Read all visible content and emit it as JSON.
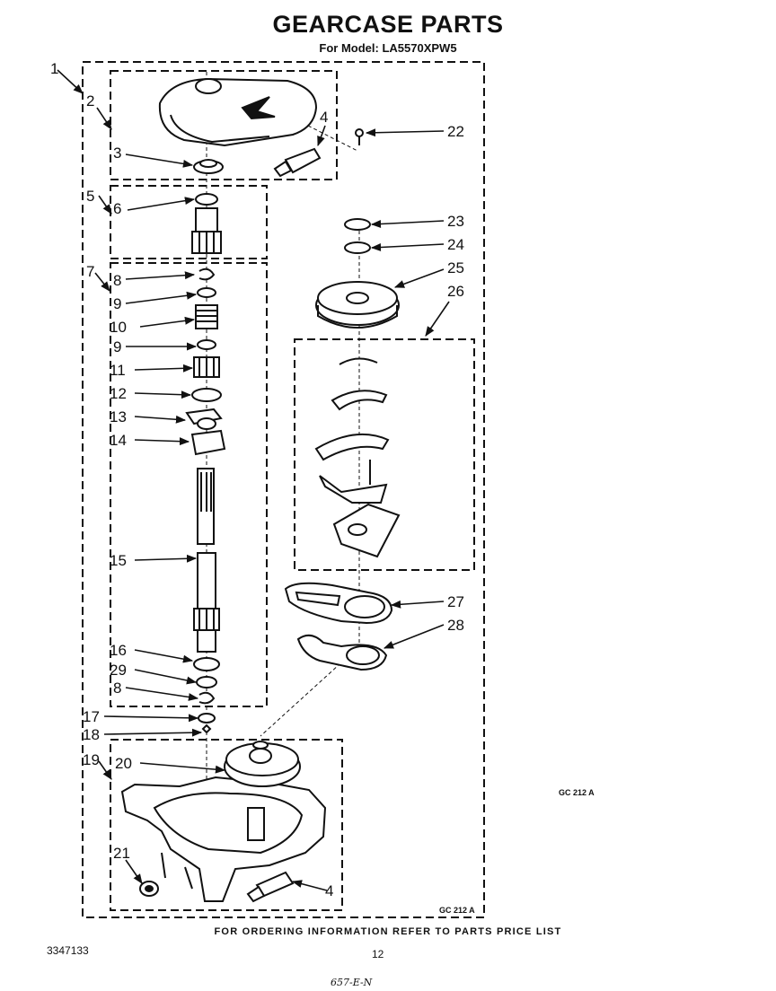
{
  "header": {
    "title": "GEARCASE PARTS",
    "subtitle": "For Model: LA5570XPW5"
  },
  "footer": {
    "ordering_note": "FOR ORDERING INFORMATION REFER TO PARTS PRICE LIST",
    "document_number": "3347133",
    "page_number": "12",
    "handwritten_note": "657-E-N"
  },
  "diagram_codes": {
    "code_right": "GC 212 A",
    "code_bottom": "GC 212 A"
  },
  "callouts": {
    "c1": "1",
    "c2": "2",
    "c3": "3",
    "c4a": "4",
    "c4b": "4",
    "c5": "5",
    "c6": "6",
    "c7": "7",
    "c8a": "8",
    "c8b": "8",
    "c9a": "9",
    "c9b": "9",
    "c10": "10",
    "c11": "11",
    "c12": "12",
    "c13": "13",
    "c14": "14",
    "c15": "15",
    "c16": "16",
    "c17": "17",
    "c18": "18",
    "c19": "19",
    "c20": "20",
    "c21": "21",
    "c22": "22",
    "c23": "23",
    "c24": "24",
    "c25": "25",
    "c26": "26",
    "c27": "27",
    "c28": "28",
    "c29": "29"
  }
}
